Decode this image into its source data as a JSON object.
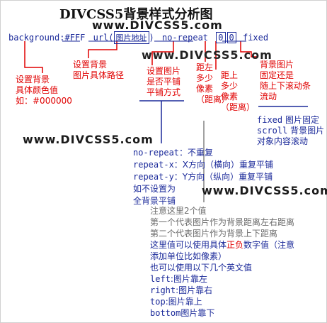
{
  "header": {
    "title": "DIVCSS5背景样式分析图",
    "watermark": "www.DIVCSS5.com"
  },
  "code": {
    "prop": "background:",
    "color": "#FFF",
    "url_open": "url(",
    "url_inner": "图片地址",
    "url_close": ")",
    "repeat": "no-repeat",
    "pos1": "0",
    "pos2": "0",
    "attach": "fixed"
  },
  "labels": {
    "color_note": [
      "设置背景",
      "具体颜色值",
      "如：#000000"
    ],
    "url_note": [
      "设置背景",
      "图片具体路径"
    ],
    "repeat_note": [
      "设置图片",
      "是否平铺",
      "平铺方式"
    ],
    "left_note": [
      "距左",
      "多少",
      "像素",
      "（距离）"
    ],
    "top_note": [
      "距上",
      "多少",
      "像素",
      "（距离）"
    ],
    "attach_note": [
      "背景图片",
      "固定还是",
      "随上下滚动条",
      "流动"
    ]
  },
  "attach_options": {
    "line1_code": "fixed",
    "line1_text": " 图片固定",
    "line2_code": "scroll",
    "line2_text": " 背景图片",
    "line3_text": "对象内容滚动"
  },
  "repeat_options": {
    "line1_code": "no-repeat",
    "line1_text": "：不重复",
    "line2_code": "repeat-x",
    "line2_text": "：X方向（横向）重复平铺",
    "line3_code": "repeat-y",
    "line3_text": "：Y方向（纵向）重复平铺",
    "line4_text": "如不设置为",
    "line5_text": "全背景平铺"
  },
  "position_notes": {
    "gray_lines": [
      "注意这里2个值",
      "第一个代表图片作为背景距离左右距离",
      "第二个代表图片作为背景上下距离"
    ],
    "line4_pre": "这里值可以使用具体",
    "line4_em": "正负",
    "line4_post": "数字值（注意",
    "line5": "添加单位比如像素）",
    "line6": "也可以使用以下几个英文值",
    "values": [
      {
        "code": "left",
        "text": ":图片靠左"
      },
      {
        "code": "right",
        "text": ":图片靠右"
      },
      {
        "code": "top",
        "text": ":图片靠上"
      },
      {
        "code": "bottom",
        "text": "图片靠下"
      }
    ]
  },
  "colors": {
    "code_blue": "#1b2a9a",
    "note_red": "#e00000",
    "note_gray": "#6c6c6c"
  }
}
